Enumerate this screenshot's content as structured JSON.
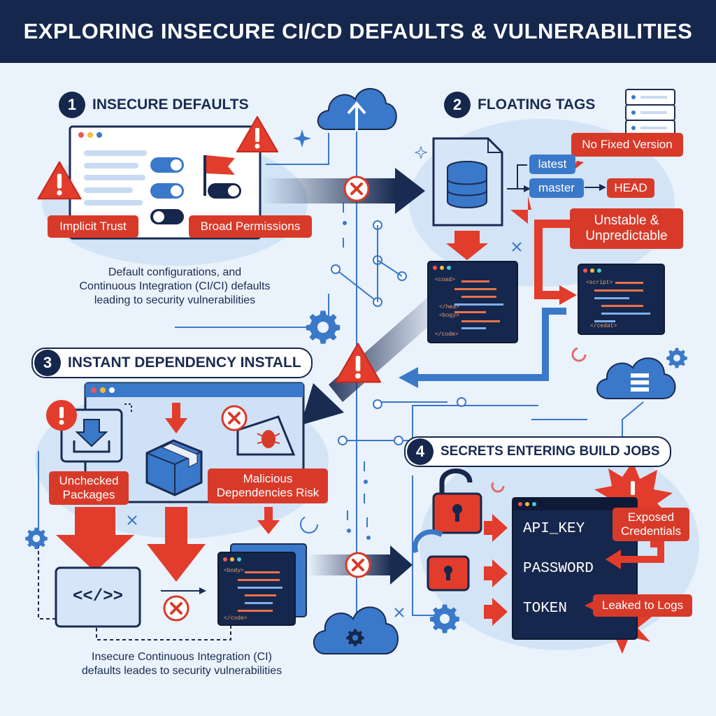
{
  "header": {
    "title": "EXPLORING INSECURE CI/CD DEFAULTS & VULNERABILITIES"
  },
  "sections": [
    {
      "number": "1",
      "title": "INSECURE DEFAULTS"
    },
    {
      "number": "2",
      "title": "FLOATING TAGS"
    },
    {
      "number": "3",
      "title": "INSTANT DEPENDENCY INSTALL"
    },
    {
      "number": "4",
      "title": "SECRETS ENTERING BUILD JOBS"
    }
  ],
  "insecure_defaults": {
    "labels": {
      "implicit_trust": "Implicit Trust",
      "broad_permissions": "Broad Permissions"
    },
    "caption": [
      "Default configurations, and",
      "Continuous Integration (CI/CI) defaults",
      "leading to security vulnerabilities"
    ]
  },
  "floating_tags": {
    "no_fixed_version": "No Fixed Version",
    "tags": {
      "latest": "latest",
      "master": "master",
      "head": "HEAD"
    },
    "unstable": [
      "Unstable &",
      "Unpredictable"
    ],
    "code_left": [
      "<coad>",
      "</hea>",
      "<bogy>",
      "</code>"
    ],
    "code_right": [
      "<script>",
      "</cedat>"
    ]
  },
  "dependency_install": {
    "unchecked": [
      "Unchecked",
      "Packages"
    ],
    "malicious": [
      "Malicious",
      "Dependencies Risk"
    ],
    "code_symbol": "<</>>",
    "code_lines": [
      "<body>",
      "</code>"
    ],
    "caption": [
      "Insecure Continuous Integration (CI)",
      "defaults leades to security vulnerabilities"
    ]
  },
  "secrets": {
    "terminal_lines": [
      "API_KEY",
      "PASSWORD",
      "TOKEN"
    ],
    "exposed": [
      "Exposed",
      "Credentials"
    ],
    "leaked": "Leaked to Logs"
  },
  "icons": [
    "warning-icon",
    "flag-icon",
    "toggle-switch-icon",
    "cloud-upload-icon",
    "database-icon",
    "server-rack-icon",
    "gear-icon",
    "download-icon",
    "package-box-icon",
    "bug-icon",
    "error-x-icon",
    "padlock-open-icon",
    "padlock-closed-icon",
    "starburst-alert-icon",
    "cloud-server-icon",
    "code-brackets-icon"
  ],
  "colors": {
    "navy": "#16274d",
    "blue": "#3a78c9",
    "red": "#d83a2a",
    "background": "#eaf2fb",
    "code_orange": "#e9a36b"
  }
}
